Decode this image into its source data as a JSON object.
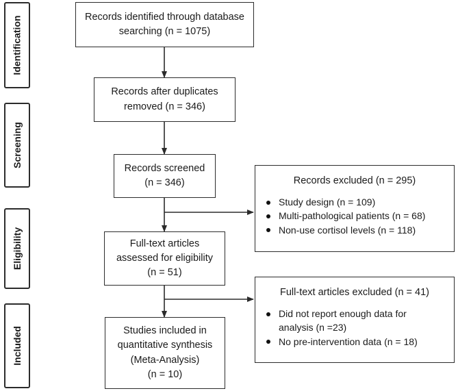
{
  "stages": [
    "Identification",
    "Screening",
    "Eligibility",
    "Included"
  ],
  "boxes": {
    "identified": "Records identified through database\nsearching (n = 1075)",
    "after_duplicates": "Records after duplicates\nremoved (n = 346)",
    "screened": "Records screened\n(n = 346)",
    "fulltext": "Full-text articles\nassessed for eligibility\n(n = 51)",
    "included": "Studies included in\nquantitative synthesis\n(Meta-Analysis)\n(n = 10)"
  },
  "excluded_records": {
    "title": "Records excluded (n = 295)",
    "items": [
      "Study design (n = 109)",
      "Multi-pathological patients (n = 68)",
      "Non-use cortisol levels (n = 118)"
    ]
  },
  "excluded_fulltext": {
    "title": "Full-text articles excluded (n = 41)",
    "items": [
      "Did not report enough data for analysis (n =23)",
      "No pre-intervention data (n = 18)"
    ]
  },
  "colors": {
    "line": "#2b2b2b",
    "text": "#1a1a1a"
  }
}
